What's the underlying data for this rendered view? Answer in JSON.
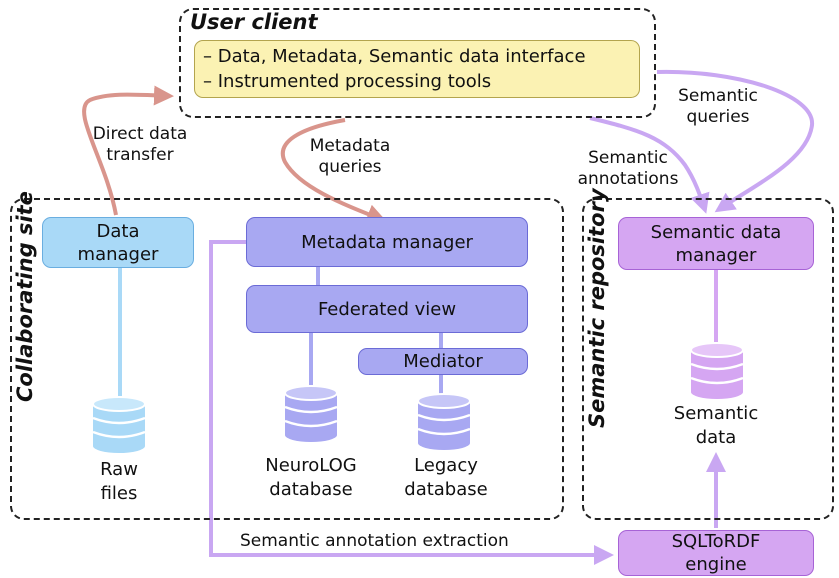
{
  "user_client": {
    "title": "User client",
    "interface_line": "– Data, Metadata, Semantic data interface",
    "tools_line": "– Instrumented processing tools"
  },
  "collaborating_site": {
    "title": "Collaborating site",
    "data_manager": "Data manager",
    "raw_files": "Raw files",
    "metadata_manager": "Metadata manager",
    "federated_view": "Federated view",
    "mediator": "Mediator",
    "neurolog_db": "NeuroLOG database",
    "legacy_db": "Legacy database"
  },
  "semantic_repository": {
    "title": "Semantic repository",
    "semantic_data_manager": "Semantic data manager",
    "semantic_data": "Semantic data"
  },
  "sqltordf": "SQLToRDF engine",
  "arrow_labels": {
    "direct_transfer": "Direct data transfer",
    "metadata_queries": "Metadata queries",
    "semantic_queries": "Semantic queries",
    "semantic_annotations": "Semantic annotations",
    "annotation_extraction": "Semantic annotation extraction"
  },
  "colors": {
    "data_blue": "#a9d9f7",
    "metadata_purple": "#a8a8f2",
    "semantic_violet": "#d5a6f2",
    "client_yellow": "#fbf2b3",
    "arrow_red": "#d9958c",
    "arrow_violet": "#c9a7f2"
  }
}
